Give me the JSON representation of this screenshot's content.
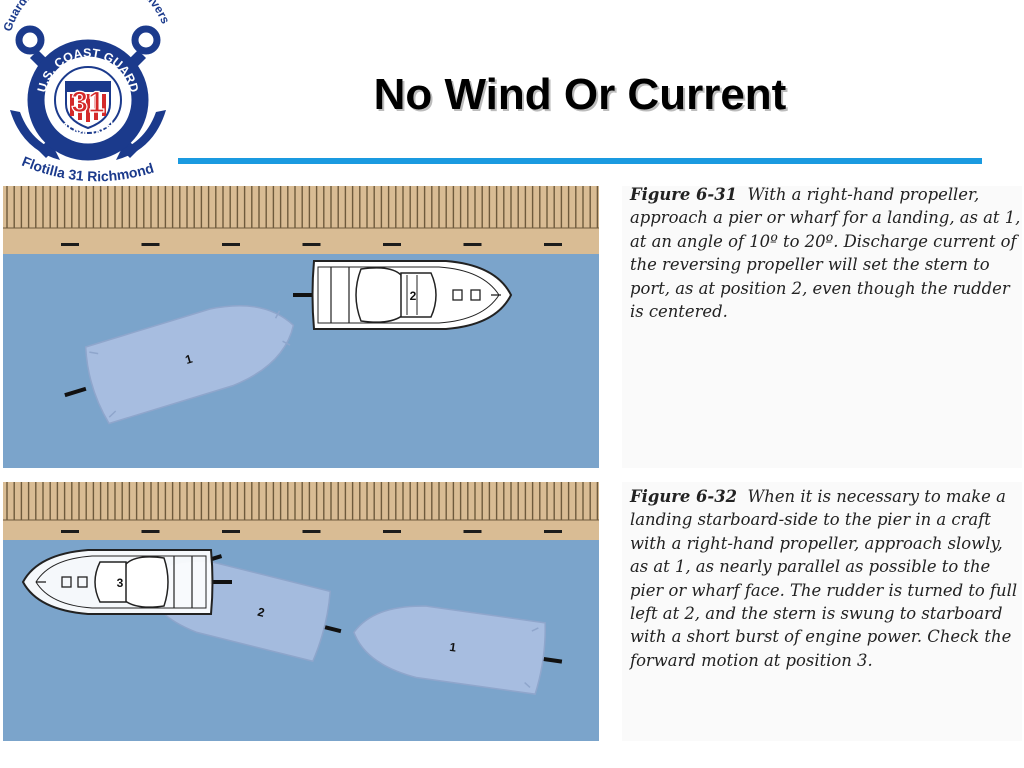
{
  "title": "No Wind Or Current",
  "logo": {
    "arc_top": "Guardians of our Lakes and Rivers",
    "arc_bottom": "Flotilla 31 Richmond",
    "ring_top": "U.S. COAST GUARD",
    "ring_bottom": "AUXILIARY",
    "center_number": "31",
    "colors": {
      "navy": "#1b3a8c",
      "red": "#d42a2a",
      "white": "#ffffff"
    }
  },
  "figures": [
    {
      "label": "Figure 6-31",
      "caption": "With a right-hand propeller, approach a pier or wharf for a landing, as at 1, at an angle of 10º to 20º. Discharge current of the reversing propeller will set the stern to port, as at position 2, even though the rudder is centered.",
      "boat_labels": [
        "1",
        "2"
      ]
    },
    {
      "label": "Figure 6-32",
      "caption": "When it is necessary to make a landing starboard-side to the pier in a craft with a right-hand propeller, approach slowly, as at 1, as nearly parallel as possible to the pier or wharf face. The rudder is turned to full left at 2, and the stern is swung to starboard with a short burst of engine power. Check the forward motion at position 3.",
      "boat_labels": [
        "1",
        "2",
        "3"
      ]
    }
  ],
  "colors": {
    "water": "#7ba4cb",
    "pier": "#d9bc94",
    "accent_rule": "#1a9ae0",
    "ghost_boat": "#a7bde0"
  }
}
